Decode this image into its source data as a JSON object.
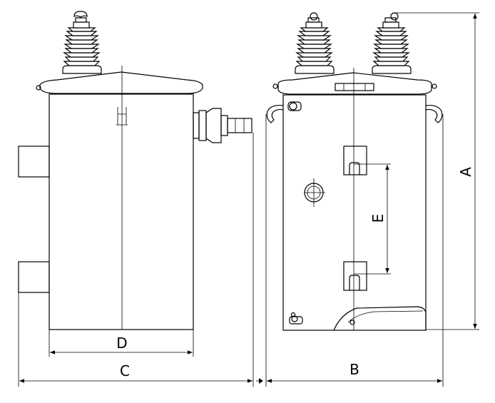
{
  "dimension_labels": {
    "a": "A",
    "b": "B",
    "c": "C",
    "d": "D",
    "e": "E"
  }
}
